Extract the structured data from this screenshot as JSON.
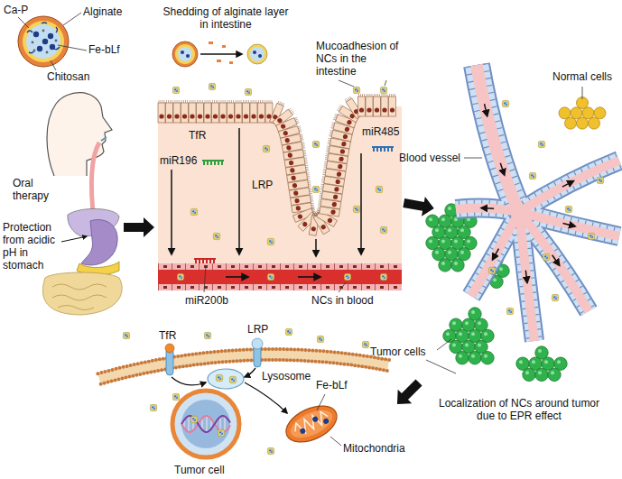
{
  "diagram": {
    "labels": [
      "Ca-P",
      "Alginate",
      "Chitosan",
      "Fe-bLf",
      "Shedding of alginate layer in intestine",
      "Mucoadhesion of NCs in the intestine",
      "Oral therapy",
      "Protection from acidic pH in stomach",
      "TfR",
      "miR196",
      "LRP",
      "miR485",
      "Blood vessel",
      "Normal cells",
      "miR200b",
      "NCs in blood",
      "Tumor cells",
      "TfR",
      "LRP",
      "Lysosome",
      "Localization of NCs around tumor due to EPR effect",
      "Fe-bLf",
      "Mitochondria",
      "Tumor cell"
    ]
  }
}
